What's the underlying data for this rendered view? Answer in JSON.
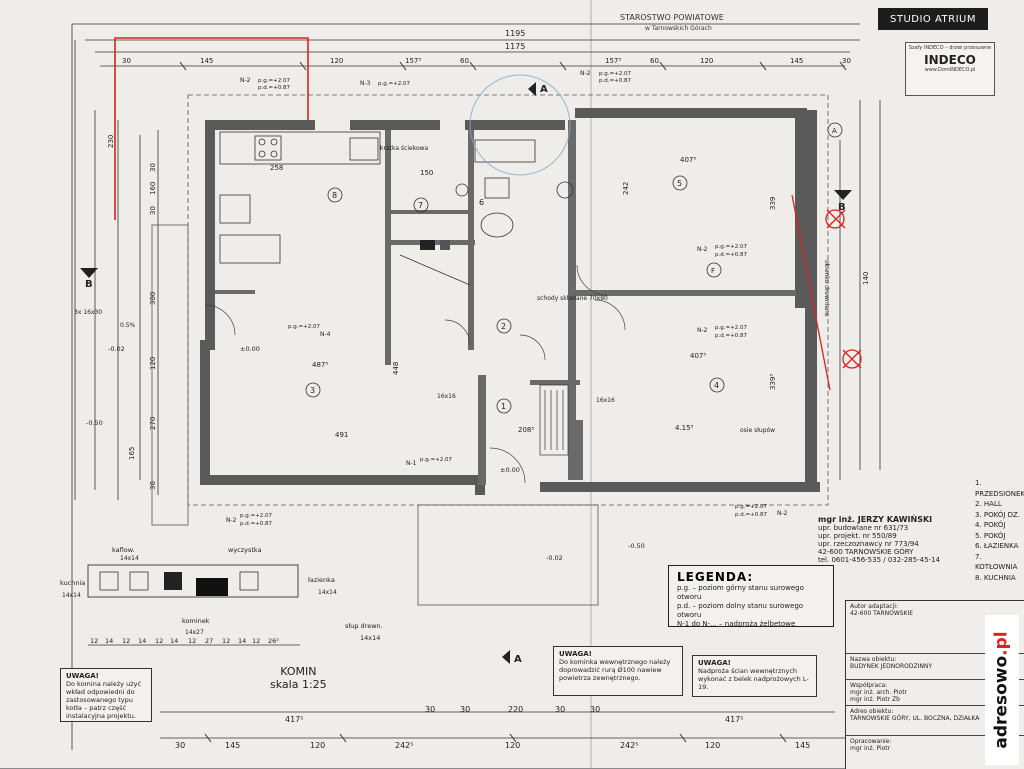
{
  "header": {
    "badge": "STUDIO ATRIUM",
    "office_stamp": "STAROSTWO POWIATOWE",
    "office_sub": "w Tarnowskich Górach"
  },
  "indeco": {
    "small": "Szafy INDECO – drzwi przesuwne",
    "logo": "INDECO",
    "url": "www.DomINDECO.pl"
  },
  "dims_top": {
    "row1": [
      "1195",
      "1175"
    ],
    "row2": [
      "30",
      "145",
      "120",
      "157⁵",
      "60",
      "157⁵",
      "60",
      "120",
      "145",
      "30"
    ]
  },
  "dims_bottom": {
    "row1": [
      "417⁵",
      "30",
      "30",
      "220",
      "30",
      "30",
      "417⁵"
    ],
    "row2": [
      "30",
      "145",
      "120",
      "242⁵",
      "120",
      "242⁵",
      "120",
      "145",
      "30"
    ]
  },
  "dims_left": [
    "230",
    "30",
    "160",
    "30",
    "300",
    "120",
    "270",
    "165",
    "30"
  ],
  "rooms": [
    {
      "num": "1",
      "area_label": "208⁵"
    },
    {
      "num": "2",
      "area_label": ""
    },
    {
      "num": "3",
      "area_label": "487⁵"
    },
    {
      "num": "4",
      "area_label": "407⁵"
    },
    {
      "num": "5",
      "area_label": "407⁵"
    },
    {
      "num": "6",
      "area_label": ""
    },
    {
      "num": "7",
      "area_label": "150"
    },
    {
      "num": "8",
      "area_label": "258"
    }
  ],
  "plan_labels": {
    "kratka": "kratka ściekowa",
    "schody": "schody składane 70x80",
    "slup": "słup drewn.",
    "slup_size": "14x14",
    "osie": "osie słupów",
    "okienko": "okienko drewniane",
    "szerokosc": "491",
    "d448": "448",
    "d415": "4.15⁵",
    "d339a": "339⁵",
    "d339b": "339",
    "d242": "242",
    "d140": "140",
    "d16a": "16x16",
    "d16b": "16x16",
    "zero_a": "±0.00",
    "zero_b": "±0.00",
    "m002a": "-0.02",
    "m002b": "-0.02",
    "m050a": "-0.50",
    "m050b": "-0.50",
    "pg": "p.g.=+2.07",
    "pd": "p.d.=+0.87",
    "n1": "N-1",
    "n2": "N-2",
    "n3": "N-3",
    "n4": "N-4",
    "okno": "3x 16x30",
    "spadek": "0.5%",
    "axisA": "A",
    "axisB": "B",
    "axisF": "F"
  },
  "komin_detail": {
    "kaflow": "kaflow.",
    "kaflow_size": "14x14",
    "wyczystka": "wyczystka",
    "kuchnia": "kuchnia",
    "kuchnia_size": "14x14",
    "lazienka": "łazienka",
    "lazienka_size": "14x14",
    "kominek": "kominek",
    "kominek_size": "14x27",
    "dims": [
      "12",
      "14",
      "12",
      "14",
      "12",
      "14",
      "12",
      "27",
      "12",
      "14",
      "12",
      "26⁵"
    ]
  },
  "komin_title": {
    "line1": "KOMIN",
    "line2": "skala 1:25"
  },
  "legend": {
    "title": "LEGENDA:",
    "rows": [
      "p.g. – poziom górny stanu surowego otworu",
      "p.d. – poziom dolny stanu surowego otworu",
      "N-1 do N-... – nadproża żelbetowe"
    ]
  },
  "notes": {
    "n1_title": "UWAGA!",
    "n1": "Do komina należy użyć wkład odpowiedni do zastosowanego typu kotła – patrz część instalacyjna projektu.",
    "n2_title": "UWAGA!",
    "n2": "Do kominka wewnętrznego należy doprowadzić rurą Ø100 nawiew powietrza zewnętrznego.",
    "n3_title": "UWAGA!",
    "n3": "Nadproża ścian wewnętrznych wykonać z belek nadprożowych L-19."
  },
  "room_list": [
    "1. PRZEDSIONEK",
    "2. HALL",
    "3. POKÓJ DZ.",
    "4. POKÓJ",
    "5. POKÓJ",
    "6. ŁAZIENKA",
    "7. KOTŁOWNIA",
    "8. KUCHNIA"
  ],
  "architect": {
    "name": "mgr inż. JERZY KAWIŃSKI",
    "lines": [
      "upr. budowlane nr 631/73",
      "upr. projekt. nr 550/89",
      "upr. rzeczoznawcy nr 773/94",
      "42-600 TARNOWSKIE GÓRY",
      "tel. 0601-456-535 / 032-285-45-14"
    ]
  },
  "title_block": {
    "autor": "Autor adaptacji:",
    "autor2": "42-600 TARNOWSKIE",
    "obiekt_label": "Nazwa obiektu:",
    "obiekt": "BUDYNEK JEDNORODZINNY",
    "wspolpraca_label": "Współpraca:",
    "wspolpraca1": "mgr inż. arch. Piotr",
    "wspolpraca2": "mgr inż. Piotr Zb",
    "adres_label": "Adres obiektu:",
    "adres": "TARNOWSKIE GÓRY, UL. BOCZNA, DZIAŁKA",
    "oprac_label": "Opracowanie:",
    "oprac": "mgr inż. Piotr"
  },
  "watermark": {
    "text": "adresowo",
    "tld": ".pl"
  },
  "colors": {
    "paper": "#eeedea",
    "ink": "#222222",
    "red": "#d6241f",
    "stamp": "#8aa7c4"
  }
}
